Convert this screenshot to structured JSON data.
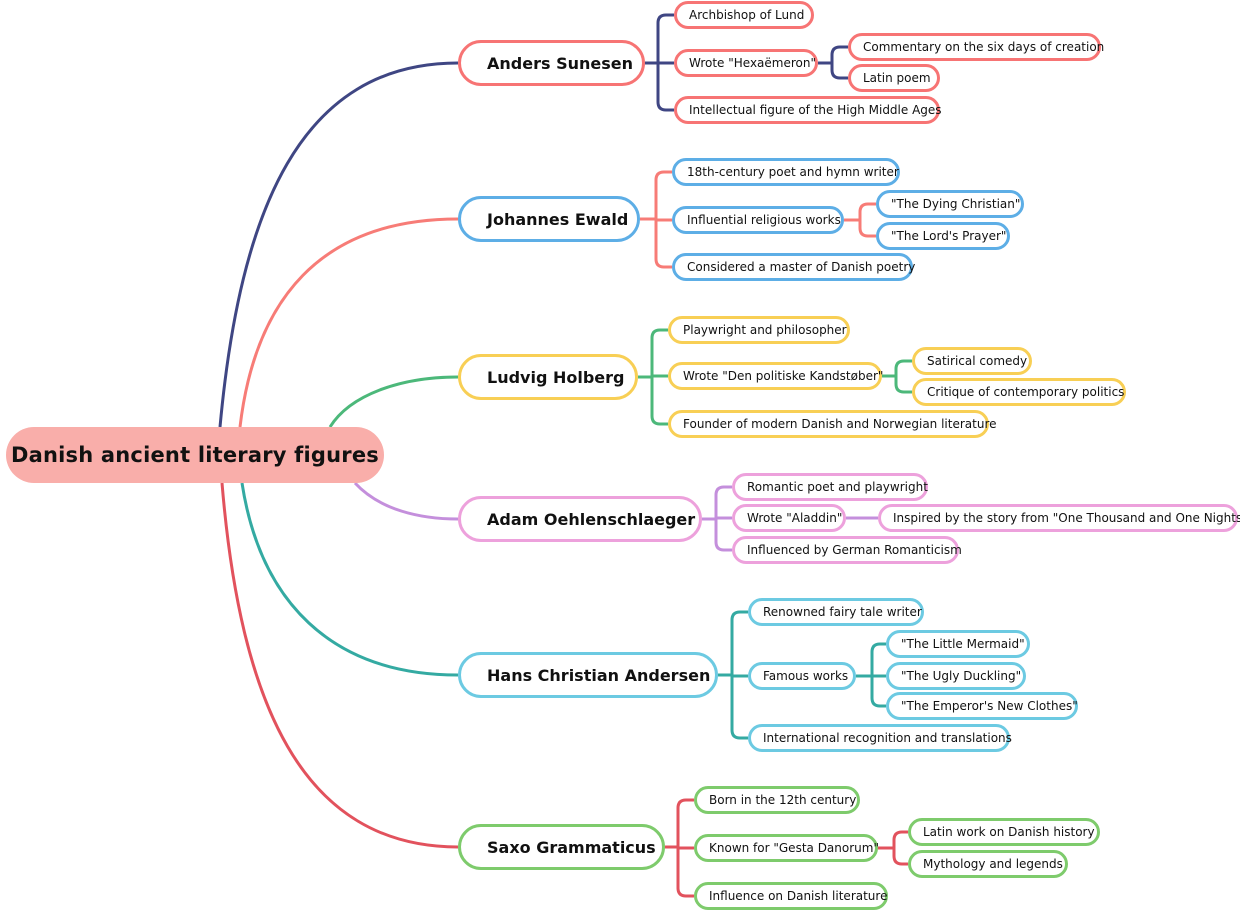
{
  "root": {
    "label": "Danish ancient literary figures"
  },
  "branches": [
    {
      "label": "Anders Sunesen",
      "color": "#3f4683",
      "border": "#f77474",
      "children": [
        {
          "label": "Archbishop of Lund"
        },
        {
          "label": "Wrote \"Hexaëmeron\"",
          "children": [
            {
              "label": "Commentary on the six days of creation"
            },
            {
              "label": "Latin poem"
            }
          ]
        },
        {
          "label": "Intellectual figure of the High Middle Ages"
        }
      ]
    },
    {
      "label": "Johannes Ewald",
      "color": "#f77c77",
      "border": "#5daee6",
      "children": [
        {
          "label": "18th-century poet and hymn writer"
        },
        {
          "label": "Influential religious works",
          "children": [
            {
              "label": "\"The Dying Christian\""
            },
            {
              "label": "\"The Lord's Prayer\""
            }
          ]
        },
        {
          "label": "Considered a master of Danish poetry"
        }
      ]
    },
    {
      "label": "Ludvig Holberg",
      "color": "#4cb87a",
      "border": "#f8cf55",
      "children": [
        {
          "label": "Playwright and philosopher"
        },
        {
          "label": "Wrote \"Den politiske Kandstøber\"",
          "children": [
            {
              "label": "Satirical comedy"
            },
            {
              "label": "Critique of contemporary politics"
            }
          ]
        },
        {
          "label": "Founder of modern Danish and Norwegian literature"
        }
      ]
    },
    {
      "label": "Adam Oehlenschlaeger",
      "color": "#c48fdc",
      "border": "#eda1dc",
      "children": [
        {
          "label": "Romantic poet and playwright"
        },
        {
          "label": "Wrote \"Aladdin\"",
          "children": [
            {
              "label": "Inspired by the story from \"One Thousand and One Nights\""
            }
          ]
        },
        {
          "label": "Influenced by German Romanticism"
        }
      ]
    },
    {
      "label": "Hans Christian Andersen",
      "color": "#34aaa2",
      "border": "#6ccae2",
      "children": [
        {
          "label": "Renowned fairy tale writer"
        },
        {
          "label": "Famous works",
          "children": [
            {
              "label": "\"The Little Mermaid\""
            },
            {
              "label": "\"The Ugly Duckling\""
            },
            {
              "label": "\"The Emperor's New Clothes\""
            }
          ]
        },
        {
          "label": "International recognition and translations"
        }
      ]
    },
    {
      "label": "Saxo Grammaticus",
      "color": "#e2525d",
      "border": "#7ecb6c",
      "children": [
        {
          "label": "Born in the 12th century"
        },
        {
          "label": "Known for \"Gesta Danorum\"",
          "children": [
            {
              "label": "Latin work on Danish history"
            },
            {
              "label": "Mythology and legends"
            }
          ]
        },
        {
          "label": "Influence on Danish literature"
        }
      ]
    }
  ]
}
